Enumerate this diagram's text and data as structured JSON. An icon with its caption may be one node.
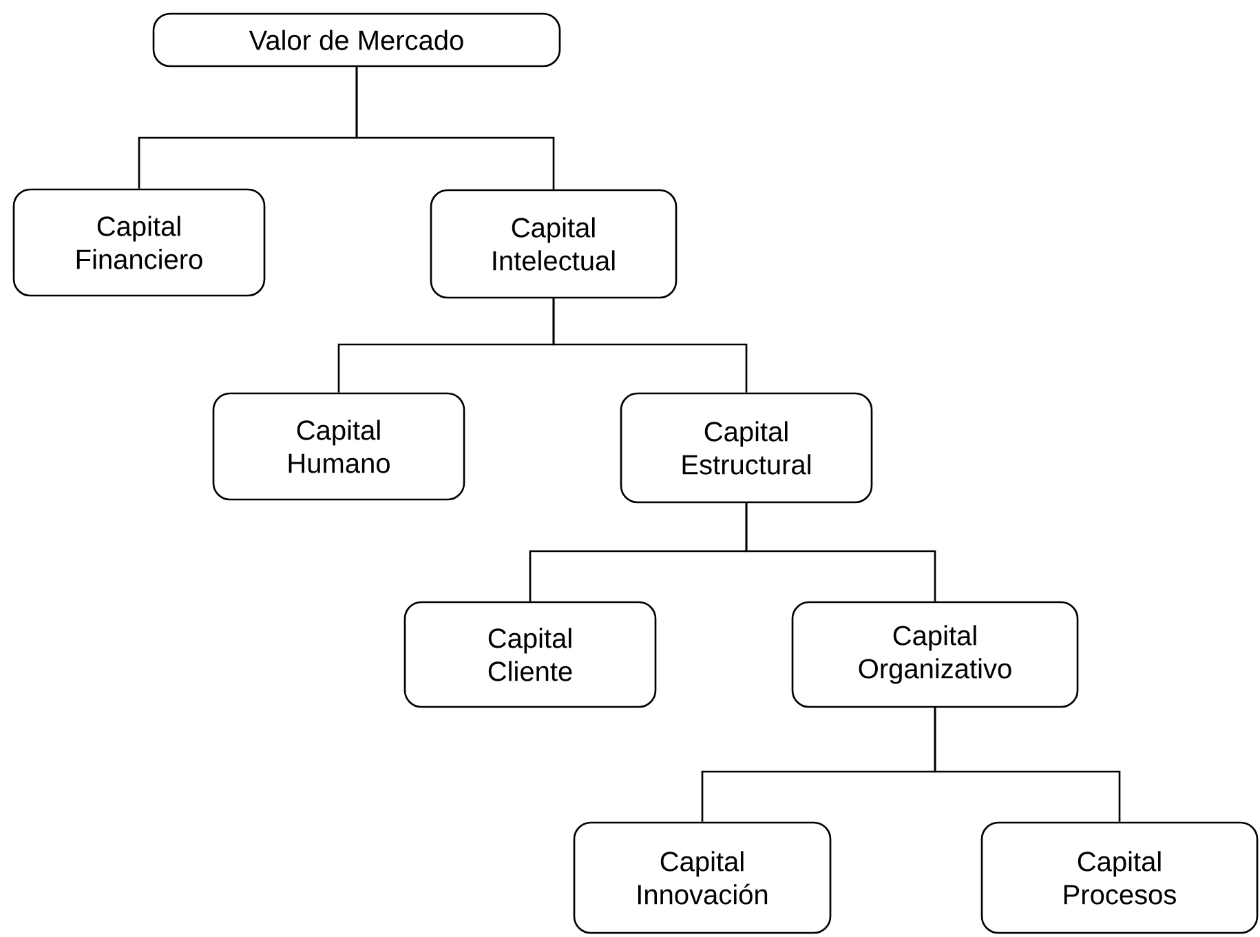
{
  "diagram": {
    "nodes": [
      {
        "text": [
          "Valor de Mercado"
        ]
      },
      {
        "text": [
          "Capital Financiero"
        ]
      },
      {
        "text": [
          "Capital Intelectual"
        ]
      },
      {
        "text": [
          "Capital Humano"
        ]
      },
      {
        "text": [
          "Capital Estructural"
        ]
      },
      {
        "text": [
          "Capital Cliente"
        ]
      },
      {
        "text": [
          "Capital Organizativo"
        ]
      },
      {
        "text": [
          "Capital Innovación"
        ]
      },
      {
        "text": [
          "Capital Procesos"
        ]
      }
    ],
    "edges": [
      {
        "from": 0,
        "to": 1,
        "arrow": "none"
      },
      {
        "from": 0,
        "to": 2,
        "arrow": "none"
      },
      {
        "from": 2,
        "to": 3,
        "arrow": "none"
      },
      {
        "from": 2,
        "to": 4,
        "arrow": "none"
      },
      {
        "from": 4,
        "to": 5,
        "arrow": "none"
      },
      {
        "from": 4,
        "to": 6,
        "arrow": "none"
      },
      {
        "from": 6,
        "to": 7,
        "arrow": "none"
      },
      {
        "from": 6,
        "to": 8,
        "arrow": "none"
      }
    ]
  }
}
